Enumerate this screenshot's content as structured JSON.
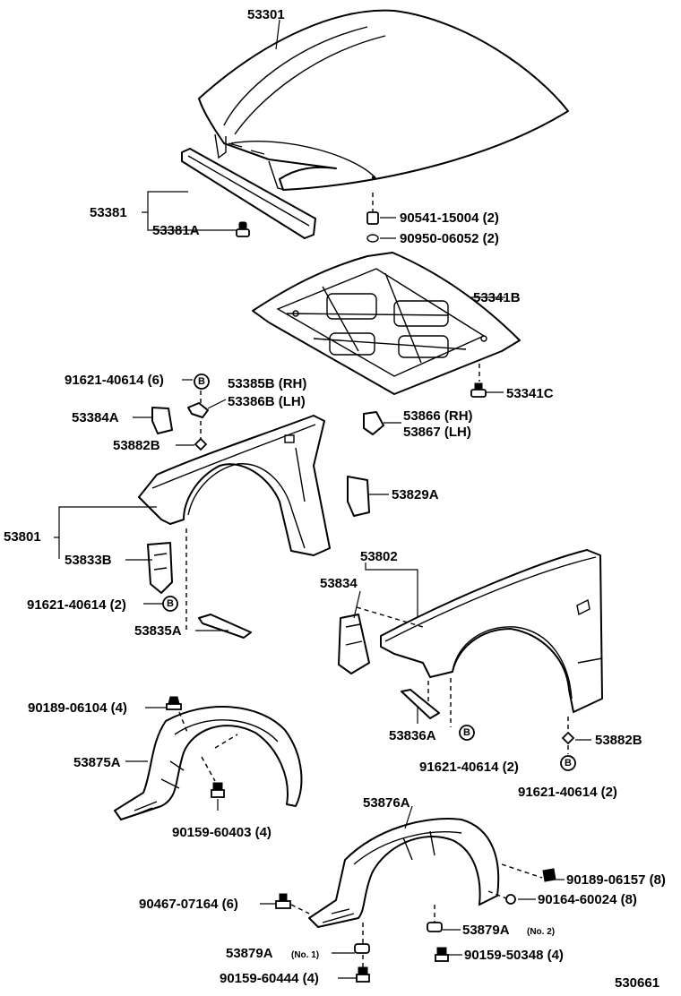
{
  "labels": {
    "hood": "53301",
    "hood_seal_set": "53381",
    "hood_seal_clip": "53381A",
    "cushion": "90541-15004 (2)",
    "cushion_washer": "90950-06052 (2)",
    "hood_insulator": "53341B",
    "insulator_clip": "53341C",
    "bolt_6": "91621-40614 (6)",
    "seal_rh": "53385B (RH)",
    "seal_lh": "53386B (LH)",
    "bracket_a": "53384A",
    "clip_rh": "53866 (RH)",
    "clip_lh": "53867 (LH)",
    "cushion_b": "53882B",
    "fender_lh_set": "53801",
    "seal_829a": "53829A",
    "bracket_833b": "53833B",
    "fender_rh": "53802",
    "bracket_834": "53834",
    "bolt_2_left": "91621-40614 (2)",
    "bracket_835a": "53835A",
    "screw_104": "90189-06104 (4)",
    "bracket_836a": "53836A",
    "cushion_b_right": "53882B",
    "liner_left": "53875A",
    "bolt_2_mid": "91621-40614 (2)",
    "bolt_2_right": "91621-40614 (2)",
    "screw_403": "90159-60403 (4)",
    "liner_right": "53876A",
    "screw_157": "90189-06157 (8)",
    "nut_164": "90164-60024 (8)",
    "clip_467": "90467-07164 (6)",
    "clip_879a_no2": "53879A",
    "no2": "(No. 2)",
    "clip_879a_no1": "53879A",
    "no1": "(No. 1)",
    "screw_348": "90159-50348 (4)",
    "screw_444": "90159-60444 (4)",
    "figure_no": "530661",
    "bolt_mark": "B"
  }
}
